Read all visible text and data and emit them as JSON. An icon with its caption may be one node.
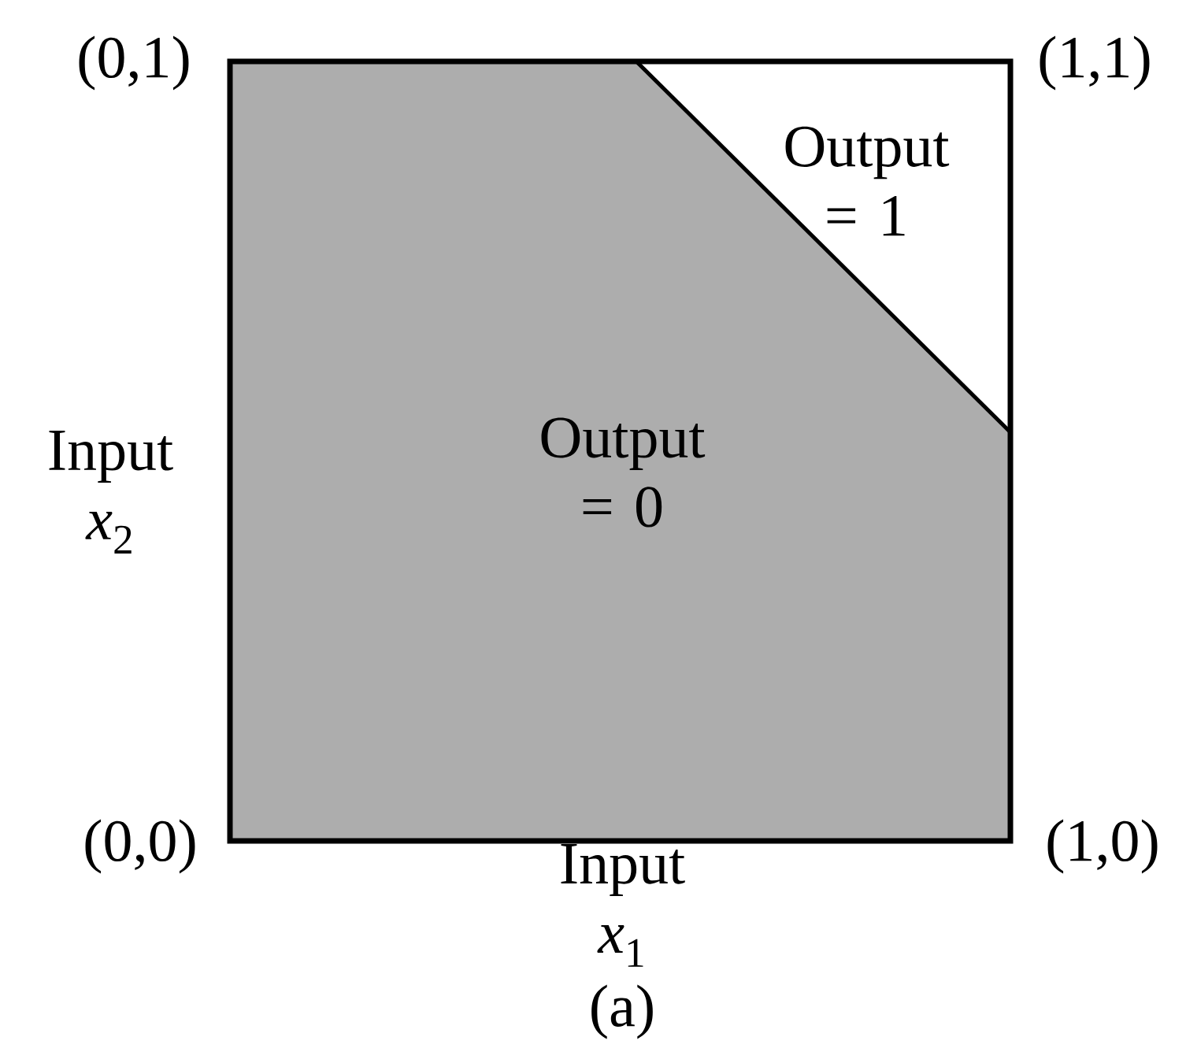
{
  "diagram": {
    "caption": "(a)",
    "nodes": [
      {
        "text": [
          "Output = 0"
        ]
      },
      {
        "text": [
          "Output = 1"
        ]
      }
    ],
    "labels": [
      "(0,1)",
      "(1,1)",
      "Input *x*$_{2}$",
      "(0,0)",
      "(1,0)",
      "Input *x*$_{1}$"
    ]
  }
}
